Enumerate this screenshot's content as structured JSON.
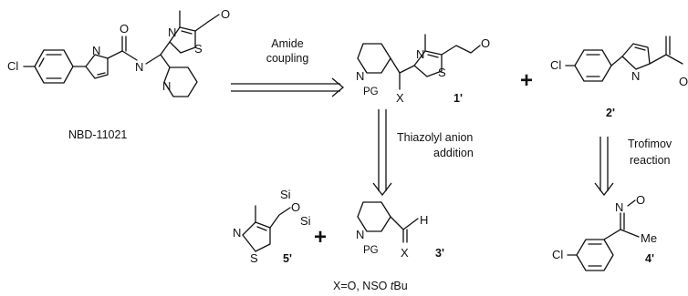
{
  "compounds": {
    "target": {
      "name": "NBD-11021"
    },
    "c1": {
      "number": "1'"
    },
    "c2": {
      "number": "2'"
    },
    "c3": {
      "number": "3'"
    },
    "c4": {
      "number": "4'"
    },
    "c5": {
      "number": "5'"
    }
  },
  "arrows": {
    "amide": {
      "line1": "Amide",
      "line2": "coupling"
    },
    "thiazolyl": {
      "line1": "Thiazolyl anion",
      "line2": "addition"
    },
    "trofimov": {
      "line1": "Trofimov",
      "line2": "reaction"
    }
  },
  "footnote": {
    "prefix": "X=O, NSO ",
    "italic": "t",
    "suffix": "Bu"
  },
  "atoms": {
    "cl": "Cl",
    "n": "N",
    "s": "S",
    "o": "O",
    "si": "Si",
    "pg": "PG",
    "x": "X",
    "h": "H",
    "me": "Me"
  },
  "plus": "+"
}
